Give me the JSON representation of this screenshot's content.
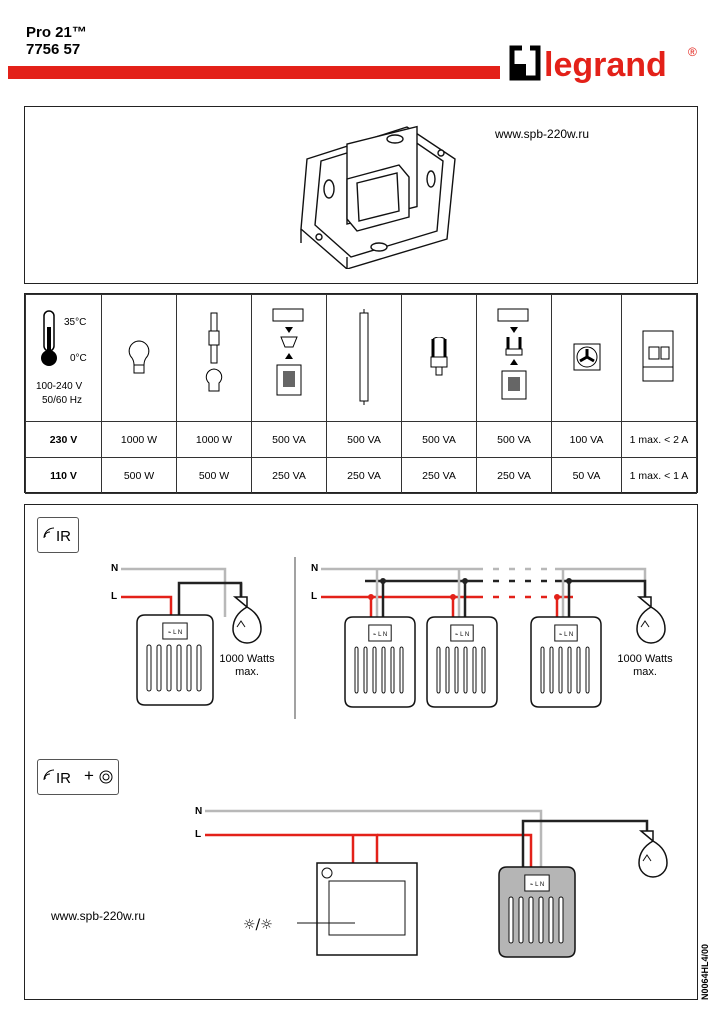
{
  "header": {
    "product_line": "Pro 21™",
    "reference": "7756 57",
    "brand": "legrand",
    "registered_mark": "®",
    "brand_color": "#e32119"
  },
  "product_panel": {
    "url": "www.spb-220w.ru",
    "image": "dimmer-mechanism-illustration"
  },
  "spec_table": {
    "temperature": {
      "max": "35°C",
      "min": "0°C"
    },
    "supply": {
      "voltage": "100-240 V",
      "frequency": "50/60 Hz"
    },
    "load_icons": [
      "incandescent-bulb-icon",
      "halogen-bulbs-icon",
      "lv-halogen-transformer-icon",
      "fluorescent-tube-icon",
      "compact-fluorescent-icon",
      "fluorescent-ballast-icon",
      "fan-icon",
      "din-module-icon"
    ],
    "rows": [
      {
        "voltage": "230 V",
        "values": [
          "1000 W",
          "1000 W",
          "500 VA",
          "500 VA",
          "500 VA",
          "500 VA",
          "100 VA",
          "1 max. < 2 A"
        ]
      },
      {
        "voltage": "110 V",
        "values": [
          "500 W",
          "500 W",
          "250 VA",
          "250 VA",
          "250 VA",
          "250 VA",
          "50 VA",
          "1 max. < 1 A"
        ]
      }
    ]
  },
  "wiring": {
    "label_n": "N",
    "label_l": "L",
    "ir_label": "IR",
    "plus": "+",
    "max_load_line1": "1000 Watts",
    "max_load_line2": "max.",
    "terminal_label": "⌁ L N",
    "live_color": "#e32119",
    "neutral_color": "#b8b8b8",
    "load_color": "#222222",
    "url": "www.spb-220w.ru",
    "doc_ref": "N0064HL4/00"
  }
}
